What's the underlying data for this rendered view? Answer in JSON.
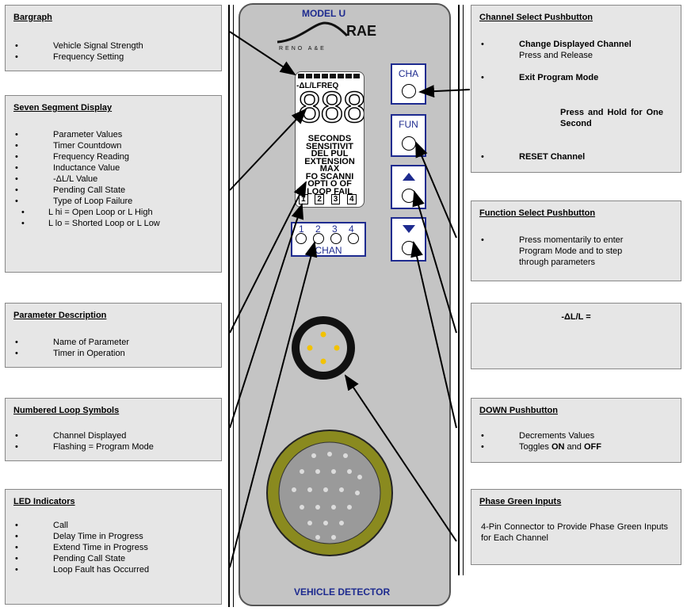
{
  "device": {
    "model_label": "MODEL U",
    "brand_logo": "RAE",
    "brand_sub": "RENO A&E",
    "footer_label": "VEHICLE DETECTOR",
    "buttons": {
      "cha": "CHA",
      "fun": "FUN"
    },
    "chan_numbers": [
      "1",
      "2",
      "3",
      "4"
    ],
    "chan_label": "CHAN",
    "lcd": {
      "top_label": "-ΔL/LFREQ",
      "digits": "888",
      "lines": [
        "SECONDS",
        "SENSITIVIT",
        "DEL  PUL",
        "EXTENSION",
        "MAX",
        "FO SCANNI",
        "OPTI  O OF",
        "LOOP FAIL"
      ],
      "loops": [
        "1",
        "2",
        "3",
        "4"
      ]
    }
  },
  "callouts": {
    "bargraph": {
      "title": "Bargraph",
      "items": [
        "Vehicle Signal Strength",
        "Frequency Setting"
      ]
    },
    "seven_segment": {
      "title": "Seven Segment Display",
      "items": [
        "Parameter Values",
        "Timer Countdown",
        "Frequency Reading",
        "Inductance Value",
        "-ΔL/L Value",
        "Pending Call State",
        "Type of Loop Failure"
      ],
      "subitems": [
        "L hi = Open Loop or L High",
        "L lo = Shorted Loop or L Low"
      ]
    },
    "parameter_description": {
      "title": "Parameter Description",
      "items": [
        "Name of Parameter",
        "Timer in Operation"
      ]
    },
    "numbered_loops": {
      "title": "Numbered Loop Symbols",
      "items": [
        "Channel Displayed",
        "Flashing = Program Mode"
      ]
    },
    "led_indicators": {
      "title": "LED Indicators",
      "items": [
        "Call",
        "Delay Time in Progress",
        "Extend Time in Progress",
        "Pending Call State",
        "Loop Fault has Occurred"
      ]
    },
    "channel_select": {
      "title": "Channel Select Pushbutton",
      "item1_bold": "Change Displayed Channel",
      "item1_text": "Press and Release",
      "item2_bold": "Exit Program Mode",
      "item2_text": "Press and Hold for One Second",
      "item3_bold": "RESET Channel"
    },
    "function_select": {
      "title": "Function Select Pushbutton",
      "item": "Press momentarily to enter Program Mode and to step through parameters"
    },
    "delta_l": {
      "title": "-ΔL/L ="
    },
    "down_pushbutton": {
      "title": "DOWN Pushbutton",
      "item1": "Decrements Values",
      "item2_a": "Toggles ",
      "item2_on": "ON",
      "item2_b": " and ",
      "item2_off": "OFF"
    },
    "phase_green": {
      "title": "Phase Green Inputs",
      "text": "4-Pin Connector to Provide Phase Green Inputs for Each Channel"
    }
  },
  "colors": {
    "panel": "#c4c4c4",
    "button_blue": "#1e2b8f",
    "connector_ring": "#8a8a1f",
    "led_yellow": "#f2c200"
  }
}
